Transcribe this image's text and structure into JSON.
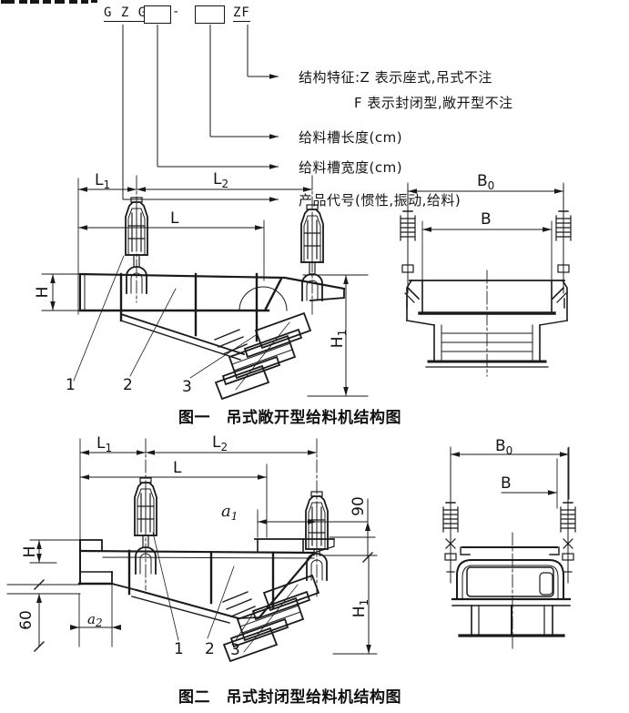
{
  "background": "#ffffff",
  "line_color": "#1a1a1a",
  "model_code": {
    "prefix": "G Z G",
    "dash": "-",
    "suffix": "ZF",
    "annotations": [
      "结构特征:Z 表示座式,吊式不注",
      "F 表示封闭型,敞开型不注",
      "给料槽长度(cm)",
      "给料槽宽度(cm)",
      "产品代号(惯性,振动,给料)"
    ]
  },
  "figure1": {
    "caption": "图一　吊式敞开型给料机结构图",
    "dim_labels": {
      "L1": {
        "main": "L",
        "sub": "1"
      },
      "L2": {
        "main": "L",
        "sub": "2"
      },
      "L": {
        "main": "L",
        "sub": ""
      },
      "H": {
        "main": "H",
        "sub": ""
      },
      "H1": {
        "main": "H",
        "sub": "1"
      },
      "B0": {
        "main": "B",
        "sub": "0"
      },
      "B": {
        "main": "B",
        "sub": ""
      }
    },
    "callouts": [
      "1",
      "2",
      "3"
    ]
  },
  "figure2": {
    "caption": "图二　吊式封闭型给料机结构图",
    "dim_labels": {
      "L1": {
        "main": "L",
        "sub": "1"
      },
      "L2": {
        "main": "L",
        "sub": "2"
      },
      "L": {
        "main": "L",
        "sub": ""
      },
      "a1": {
        "main": "a",
        "sub": "1"
      },
      "a2": {
        "main": "a",
        "sub": "2"
      },
      "d90": "90",
      "d60": "60",
      "H": {
        "main": "H",
        "sub": ""
      },
      "H1": {
        "main": "H",
        "sub": "1"
      },
      "B0": {
        "main": "B",
        "sub": "0"
      },
      "B": {
        "main": "B",
        "sub": ""
      }
    },
    "callouts": [
      "1",
      "2",
      "3"
    ]
  }
}
